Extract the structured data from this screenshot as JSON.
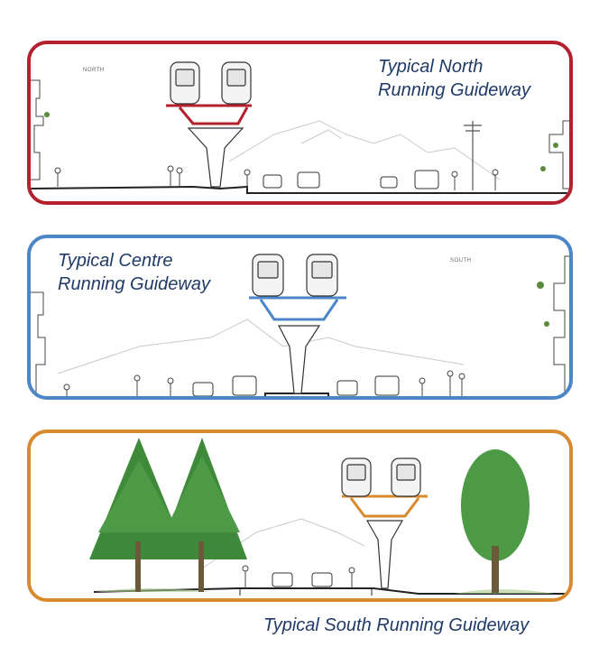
{
  "panels": {
    "north": {
      "title_line1": "Typical North",
      "title_line2": "Running Guideway",
      "tag": "NORTH",
      "accent": "#b5202e"
    },
    "centre": {
      "title_line1": "Typical Centre",
      "title_line2": "Running Guideway",
      "tag": "SOUTH",
      "accent": "#4b86c6"
    },
    "south": {
      "title": "Typical South Running Guideway",
      "accent": "#d88a2e"
    }
  },
  "icons": [
    "train-icon",
    "guideway-column-icon",
    "car-icon",
    "pedestrian-icon",
    "tree-icon",
    "mountain-icon",
    "building-icon",
    "utility-pole-icon"
  ]
}
